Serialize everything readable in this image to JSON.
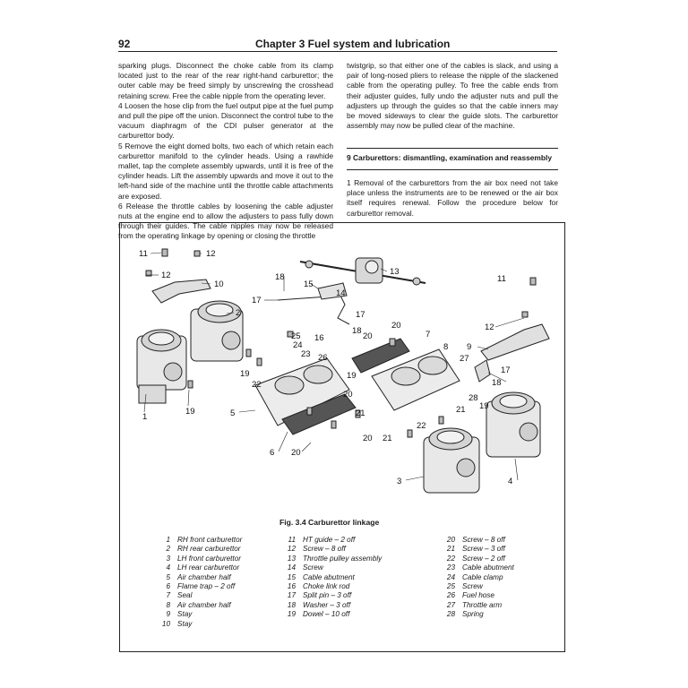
{
  "header": {
    "page_number": "92",
    "chapter_title": "Chapter 3  Fuel system and lubrication"
  },
  "left_column": [
    "sparking plugs. Disconnect the choke cable from its clamp located just to the rear of the rear right-hand carburettor; the outer cable may be freed simply by unscrewing the crosshead retaining screw. Free the cable nipple from the operating lever.",
    "4  Loosen the hose clip from the fuel output pipe at the fuel pump and pull the pipe off the union. Disconnect the control tube to the vacuum diaphragm of the CDI pulser generator at the carburettor body.",
    "5  Remove the eight domed bolts, two each of which retain each carburettor manifold to the cylinder heads. Using a rawhide mallet, tap the complete assembly upwards, until it is free of the cylinder heads. Lift the assembly upwards and move it out to the left-hand side of the machine until the throttle cable attachments are exposed.",
    "6  Release the throttle cables by loosening the cable adjuster nuts at the engine end to allow the adjusters to pass fully down through their guides. The cable nipples may now be released from the operating linkage by opening or closing the throttle"
  ],
  "right_column": {
    "paragraph_1": "twistgrip, so that either one of the cables is slack, and using a pair of long-nosed pliers to release the nipple of the slackened cable from the operating pulley. To free the cable ends from their adjuster guides, fully undo the adjuster nuts and pull the adjusters up through the guides so that the cable inners may be moved sideways to clear the guide slots. The carburettor assembly may now be pulled clear of the machine.",
    "section_heading": "9   Carburettors: dismantling, examination and reassembly",
    "paragraph_2": "1  Removal of the carburettors from the air box need not take place unless the instruments are to be renewed or the air box itself requires renewal. Follow the procedure below for carburettor removal."
  },
  "figure": {
    "caption": "Fig. 3.4 Carburettor linkage",
    "callouts": [
      "1",
      "2",
      "3",
      "4",
      "5",
      "6",
      "7",
      "8",
      "9",
      "10",
      "11",
      "12",
      "13",
      "14",
      "15",
      "16",
      "17",
      "18",
      "19",
      "20",
      "21",
      "22",
      "23",
      "24",
      "25",
      "26",
      "27",
      "28"
    ],
    "legend": [
      [
        {
          "n": "1",
          "text": "RH front carburettor"
        },
        {
          "n": "2",
          "text": "RH rear carburettor"
        },
        {
          "n": "3",
          "text": "LH front carburettor"
        },
        {
          "n": "4",
          "text": "LH rear carburettor"
        },
        {
          "n": "5",
          "text": "Air chamber half"
        },
        {
          "n": "6",
          "text": "Flame trap – 2 off"
        },
        {
          "n": "7",
          "text": "Seal"
        },
        {
          "n": "8",
          "text": "Air chamber half"
        },
        {
          "n": "9",
          "text": "Stay"
        },
        {
          "n": "10",
          "text": "Stay"
        }
      ],
      [
        {
          "n": "11",
          "text": "HT guide – 2 off"
        },
        {
          "n": "12",
          "text": "Screw – 8 off"
        },
        {
          "n": "13",
          "text": "Throttle pulley assembly"
        },
        {
          "n": "14",
          "text": "Screw"
        },
        {
          "n": "15",
          "text": "Cable abutment"
        },
        {
          "n": "16",
          "text": "Choke link rod"
        },
        {
          "n": "17",
          "text": "Split pin – 3 off"
        },
        {
          "n": "18",
          "text": "Washer – 3 off"
        },
        {
          "n": "19",
          "text": "Dowel – 10 off"
        }
      ],
      [
        {
          "n": "20",
          "text": "Screw – 8 off"
        },
        {
          "n": "21",
          "text": "Screw – 3 off"
        },
        {
          "n": "22",
          "text": "Screw – 2 off"
        },
        {
          "n": "23",
          "text": "Cable abutment"
        },
        {
          "n": "24",
          "text": "Cable clamp"
        },
        {
          "n": "25",
          "text": "Screw"
        },
        {
          "n": "26",
          "text": "Fuel hose"
        },
        {
          "n": "27",
          "text": "Throttle arm"
        },
        {
          "n": "28",
          "text": "Spring"
        }
      ]
    ]
  }
}
